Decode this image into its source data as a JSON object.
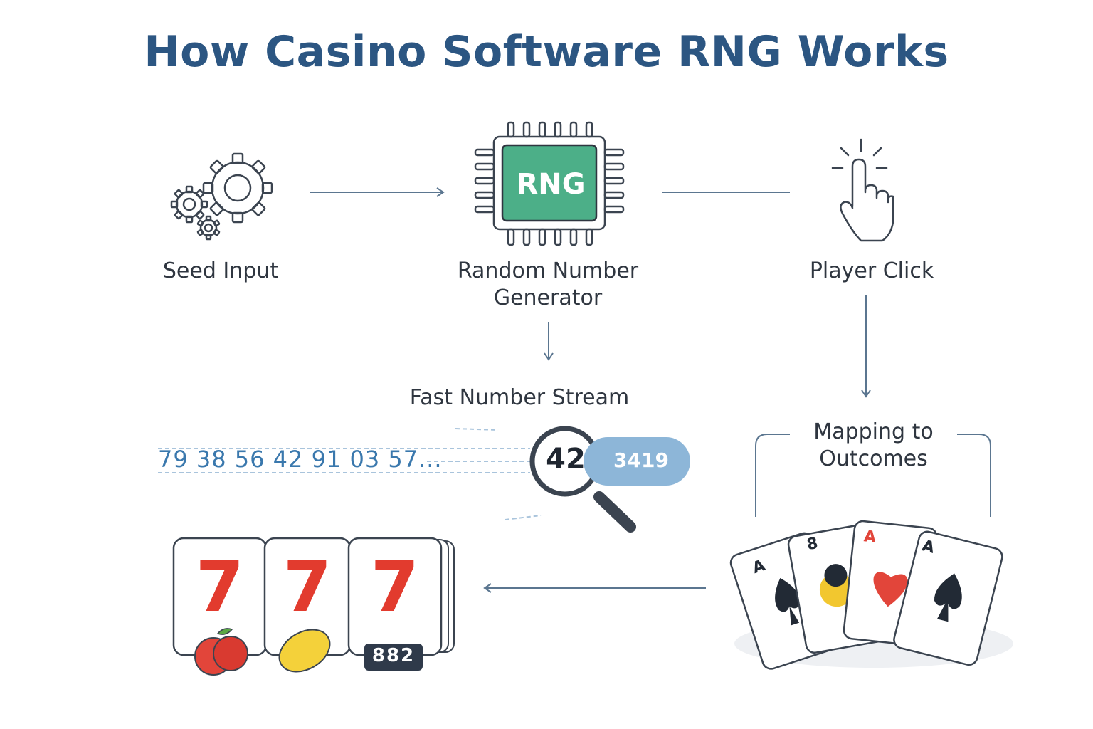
{
  "title": "How Casino Software RNG Works",
  "labels": {
    "seed": "Seed Input",
    "rng_line1": "Random Number",
    "rng_line2": "Generator",
    "click": "Player Click",
    "stream": "Fast Number Stream",
    "mapping_line1": "Mapping to",
    "mapping_line2": "Outcomes"
  },
  "chip_text": "RNG",
  "stream": {
    "numbers": "79 38 56 42 91 03 57...",
    "highlight": "42",
    "tail": "3419"
  },
  "slot": {
    "symbols": [
      "7",
      "7",
      "7"
    ],
    "counter": "882"
  },
  "cards": [
    "A",
    "8",
    "A",
    "A"
  ],
  "colors": {
    "title": "#2c5682",
    "chip": "#4caf88",
    "seven": "#e23b2e",
    "stream": "#3a78ad",
    "line": "#5b7690"
  },
  "icons": [
    "gears-icon",
    "chip-icon",
    "tap-hand-icon",
    "magnifier-icon",
    "slot-machine-icon",
    "playing-cards-icon"
  ]
}
